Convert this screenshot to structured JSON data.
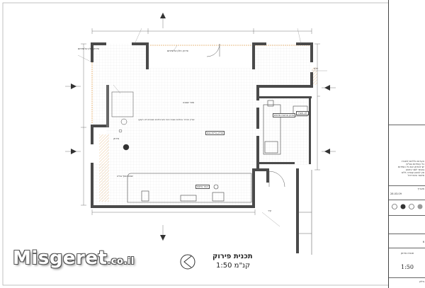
{
  "watermark": {
    "brand": "Misgeret",
    "tld": ".co.il"
  },
  "plan": {
    "title": "תכנית פירוק",
    "scale": "קנ\"מ 1:50"
  },
  "room_labels": {
    "main_area": "אזור שכונה",
    "front_area": "אזור פיתוח",
    "spray_zone": "שטח נוסף בנייה",
    "note_line": "יופרק פורכר אוולנים ושטחי כוויה מארבלונים ושטחים לא נקבעו",
    "remove_box": "פרוק כריות נבנו",
    "cabinet": "לא מוגדר",
    "counter": "פרוק ארונות מדפים",
    "wall_top": "פירוק חלון אלומיניום",
    "window_left": "פירוק חלון אלומיניום",
    "door_right": "דלת",
    "tag_a": "פירוק",
    "tag_b": "קיר"
  },
  "title_block": {
    "lines": [
      "הערות כלליות למכרז",
      "כל המידות בס\"מ",
      "יש לבדוק את כל המידות",
      "באתר לפני ביצוע",
      "אין לבצע עבודה ללא",
      "אישור האדריכל"
    ],
    "date_label": "תאריך",
    "date": "28.03.09",
    "drawing_no": "6",
    "plan_name": "תכנית פירוק",
    "scale": "1:50",
    "sheet_label": "גיליון"
  },
  "colors": {
    "wall": "#4a4a4a",
    "hatch": "#e0b070",
    "grid": "#e6e6e6"
  }
}
